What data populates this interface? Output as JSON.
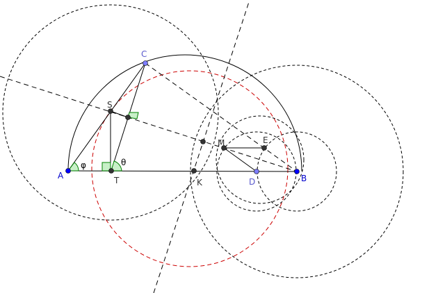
{
  "colors": {
    "line": "#000000",
    "red_circle": "#cc0000",
    "right_angle": "#007f00",
    "point_blue": "#0000ff",
    "point_light_blue": "#7d7dff",
    "point_dark": "#333333",
    "label_blue": "#0000cc",
    "label_light": "#5a5acd",
    "label_dark": "#333333"
  },
  "points": {
    "A": "A",
    "B": "B",
    "C": "C",
    "S": "S",
    "T": "T",
    "K": "K",
    "M": "M",
    "E": "E",
    "D": "D"
  },
  "angles": {
    "phi": "φ",
    "theta": "θ"
  }
}
